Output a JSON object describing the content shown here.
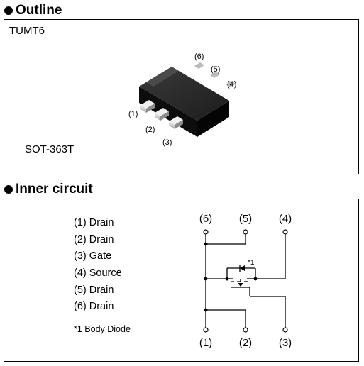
{
  "outline": {
    "heading": "Outline",
    "package_name": "TUMT6",
    "package_code": "SOT-363T",
    "pin_labels": [
      "(1)",
      "(2)",
      "(3)",
      "(4)",
      "(5)",
      "(6)"
    ]
  },
  "inner_circuit": {
    "heading": "Inner circuit",
    "pins": [
      {
        "label": "(1) Drain"
      },
      {
        "label": "(2) Drain"
      },
      {
        "label": "(3) Gate"
      },
      {
        "label": "(4) Source"
      },
      {
        "label": "(5) Drain"
      },
      {
        "label": "(6) Drain"
      }
    ],
    "footnote": "*1 Body Diode",
    "diode_mark": "*1",
    "schematic_top_pins": [
      "(6)",
      "(5)",
      "(4)"
    ],
    "schematic_bottom_pins": [
      "(1)",
      "(2)",
      "(3)"
    ]
  }
}
